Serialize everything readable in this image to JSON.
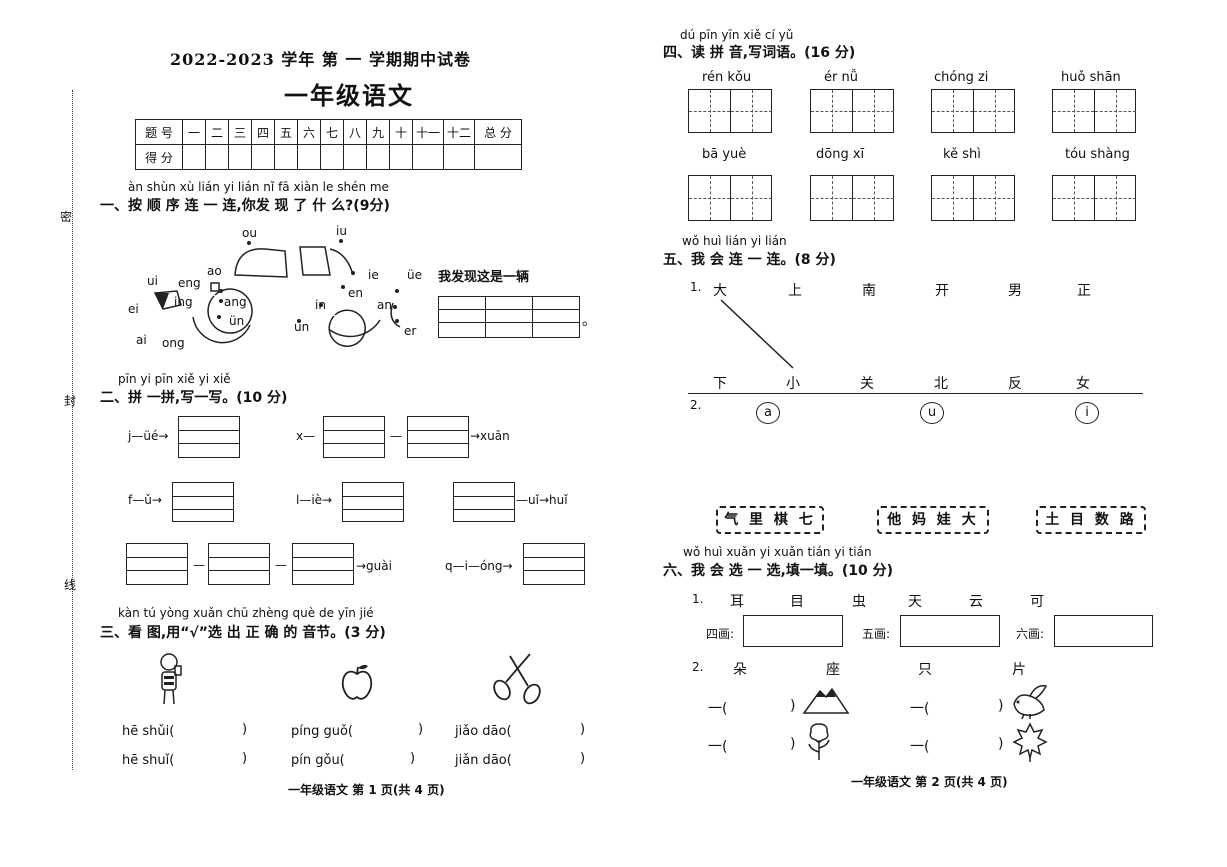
{
  "header": {
    "title": "2022-2023 学年 第 一 学期期中试卷",
    "subject": "一年级语文"
  },
  "score_table": {
    "row1": [
      "题 号",
      "一",
      "二",
      "三",
      "四",
      "五",
      "六",
      "七",
      "八",
      "九",
      "十",
      "十一",
      "十二",
      "总 分"
    ],
    "row2_label": "得 分"
  },
  "side": {
    "mi": "密",
    "feng": "封",
    "xian": "线"
  },
  "q1": {
    "pinyin": "àn shùn xù lián yi lián   nǐ fā xiàn le shén me",
    "title": "一、按 顺 序 连 一 连,你发 现 了 什 么?(9分)",
    "labels": [
      "ou",
      "iu",
      "ui",
      "eng",
      "ao",
      "ie",
      "üe",
      "ei",
      "ing",
      "ang",
      "en",
      "ai",
      "ün",
      "in",
      "an",
      "ong",
      "un",
      "er"
    ],
    "answer_prompt": "我发现这是一辆",
    "end": "。"
  },
  "q2": {
    "pinyin": "pīn yi pīn xiě yi xiě",
    "title": "二、拼 一拼,写一写。(10 分)",
    "items": [
      "j—üé→",
      "x—",
      "→xuān",
      "f—ǔ→",
      "l—iè→",
      "—uǐ→huǐ",
      "→guài",
      "q—i—óng→",
      "—",
      "—"
    ]
  },
  "q3": {
    "pinyin": "kàn tú  yòng   xuǎn chū zhèng què de yīn jié",
    "title": "三、看 图,用“√”选  出   正    确 的 音节。(3 分)",
    "options": [
      "hē shǔi(",
      "hē shuǐ(",
      "píng guǒ(",
      "pín gǒu(",
      "jiǎo dāo(",
      "jiǎn dāo("
    ],
    "close": ")"
  },
  "q4": {
    "pinyin": "dú pīn yīn xiě cí yǔ",
    "title": "四、读 拼 音,写词语。(16 分)",
    "words": [
      "rén  kǒu",
      "ér   nǚ",
      "chóng   zi",
      "huǒ  shān",
      "bā   yuè",
      "dōng  xī",
      "kě   shì",
      "tóu  shàng"
    ]
  },
  "q5": {
    "pinyin": "wǒ huì lián yi lián",
    "title": "五、我 会 连 一 连。(8 分)",
    "n1": "1.",
    "top": [
      "大",
      "上",
      "南",
      "开",
      "男",
      "正"
    ],
    "bottom": [
      "下",
      "小",
      "关",
      "北",
      "反",
      "女"
    ],
    "n2": "2.",
    "flowers": [
      "a",
      "u",
      "i"
    ],
    "boxes": [
      "气 里 棋 七",
      "他 妈 娃 大",
      "土 目 数 路"
    ]
  },
  "q6": {
    "pinyin": "wǒ huì xuǎn yi xuǎn tián yi tián",
    "title": "六、我 会 选 一 选,填一填。(10 分)",
    "n1": "1.",
    "chars1": [
      "耳",
      "目",
      "虫",
      "天",
      "云",
      "可"
    ],
    "strokes": [
      "四画:",
      "五画:",
      "六画:"
    ],
    "n2": "2.",
    "chars2": [
      "朵",
      "座",
      "只",
      "片"
    ],
    "blank_open": "一(",
    "blank_close": ")"
  },
  "footer": {
    "p1": "一年级语文   第 1 页(共 4 页)",
    "p2": "一年级语文   第 2 页(共 4 页)"
  }
}
